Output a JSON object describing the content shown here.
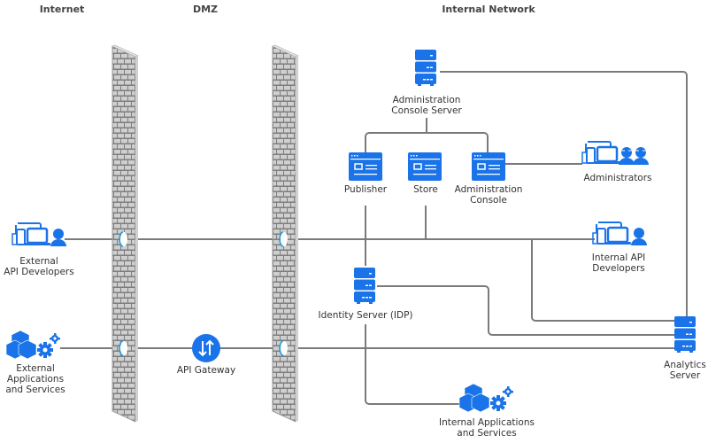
{
  "zones": {
    "internet": "Internet",
    "dmz": "DMZ",
    "internal": "Internal Network"
  },
  "nodes": {
    "admin_console_server": {
      "label": "Administration\nConsole Server",
      "icon": "server-icon"
    },
    "publisher": {
      "label": "Publisher",
      "icon": "web-app-icon"
    },
    "store": {
      "label": "Store",
      "icon": "web-app-icon"
    },
    "admin_console": {
      "label": "Administration\nConsole",
      "icon": "web-app-icon"
    },
    "administrators": {
      "label": "Administrators",
      "icon": "devices-admins-icon"
    },
    "external_api_developers": {
      "label": "External\nAPI Developers",
      "icon": "devices-user-icon"
    },
    "internal_api_developers": {
      "label": "Internal API\nDevelopers",
      "icon": "devices-user-icon"
    },
    "identity_server": {
      "label": "Identity Server (IDP)",
      "icon": "server-icon"
    },
    "external_apps": {
      "label": "External\nApplications\nand Services",
      "icon": "cubes-gears-icon"
    },
    "api_gateway": {
      "label": "API Gateway",
      "icon": "gateway-arrows-icon"
    },
    "analytics_server": {
      "label": "Analytics\nServer",
      "icon": "server-icon"
    },
    "internal_apps": {
      "label": "Internal Applications\nand Services",
      "icon": "cubes-gears-icon"
    }
  },
  "firewalls": [
    {
      "name": "internet-dmz-firewall",
      "icon": "brick-wall-icon"
    },
    {
      "name": "dmz-internal-firewall",
      "icon": "brick-wall-icon"
    }
  ],
  "colors": {
    "accent": "#1a73e8",
    "line": "#7a7a7a",
    "wall": "#8c8c8c",
    "brick": "#c8c8c8"
  }
}
